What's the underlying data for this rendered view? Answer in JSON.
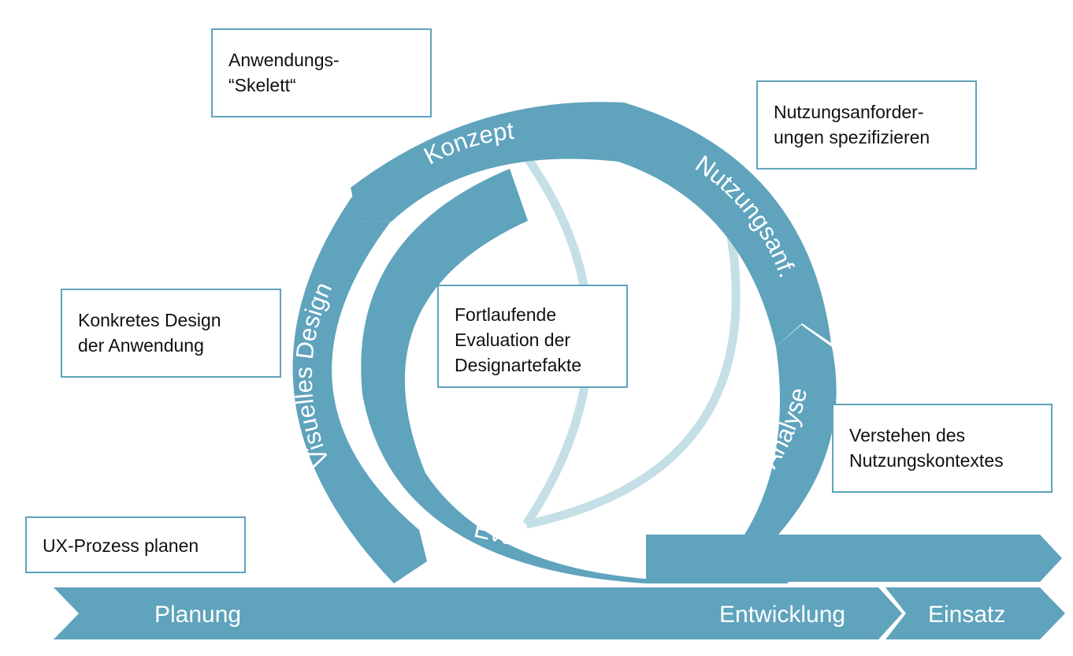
{
  "colors": {
    "band": "#5fa3bd",
    "light_arc": "#c5dfe6",
    "box_border": "#5fa3bd",
    "text_on_band": "#ffffff",
    "text_in_box": "#111111"
  },
  "timeline": {
    "planning": "Planung",
    "development": "Entwicklung",
    "deployment": "Einsatz"
  },
  "cycle": {
    "analysis": "Analyse",
    "requirements": "Nutzungsanf.",
    "concept": "Konzept",
    "visual_design": "Visuelles Design",
    "evaluation": "Evaluation"
  },
  "boxes": {
    "skeleton": "Anwendungs-\n“Skelett“",
    "requirements": "Nutzungsanforder-\nungen spezifizieren",
    "design": "Konkretes Design\nder Anwendung",
    "evaluation": "Fortlaufende\nEvaluation der\nDesignartefakte",
    "context": "Verstehen des\nNutzungskontextes",
    "plan": "UX-Prozess planen"
  }
}
